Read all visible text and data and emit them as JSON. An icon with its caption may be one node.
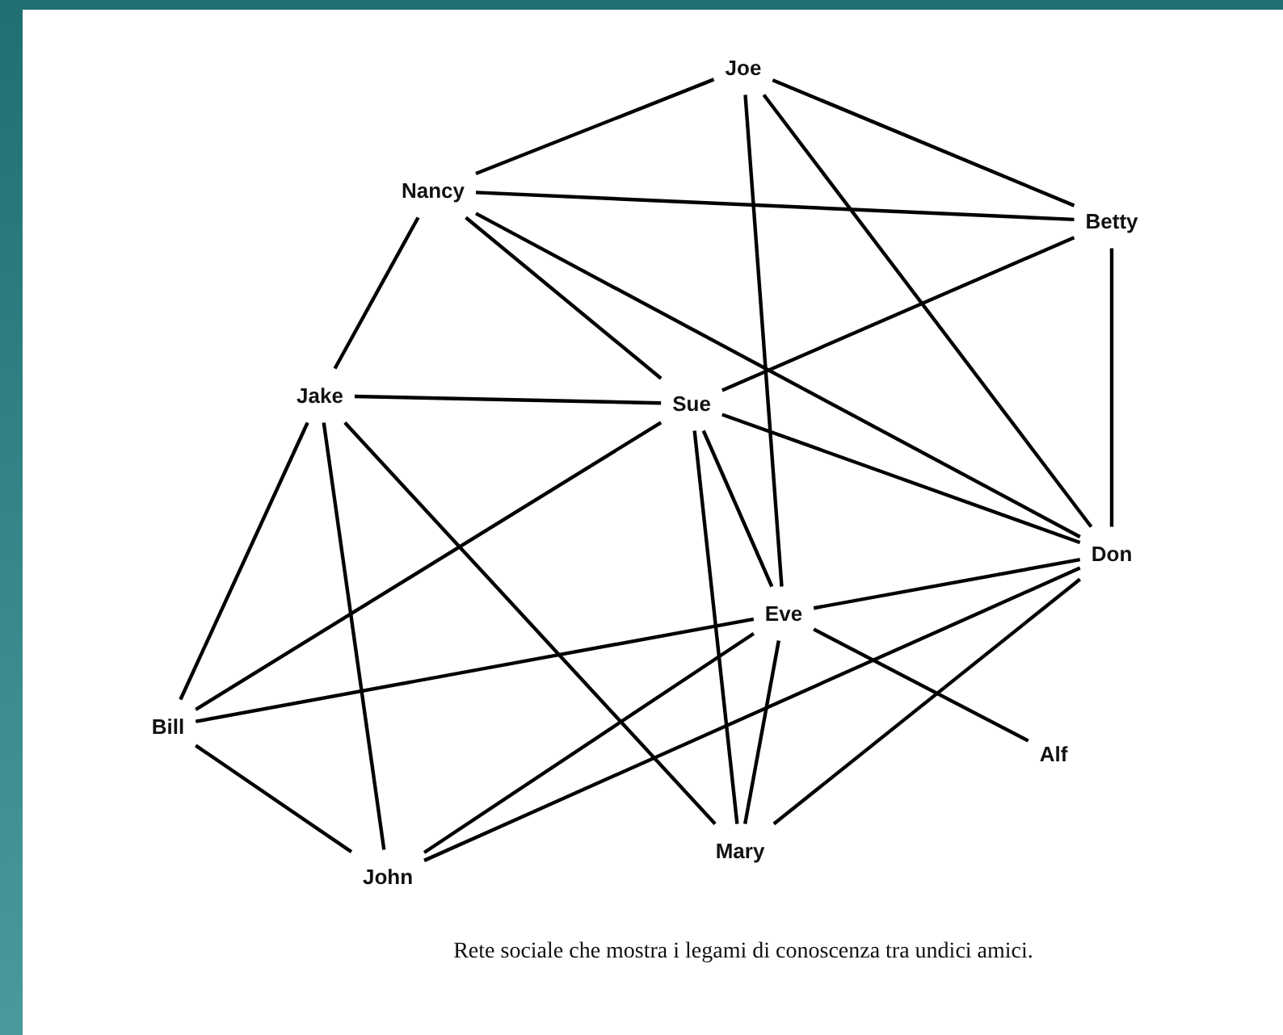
{
  "diagram": {
    "caption": "Rete sociale che mostra i legami di conoscenza tra undici amici.",
    "nodes": [
      {
        "text": [
          "Joe"
        ]
      },
      {
        "text": [
          "Nancy"
        ]
      },
      {
        "text": [
          "Betty"
        ]
      },
      {
        "text": [
          "Jake"
        ]
      },
      {
        "text": [
          "Sue"
        ]
      },
      {
        "text": [
          "Don"
        ]
      },
      {
        "text": [
          "Eve"
        ]
      },
      {
        "text": [
          "Bill"
        ]
      },
      {
        "text": [
          "Alf"
        ]
      },
      {
        "text": [
          "Mary"
        ]
      },
      {
        "text": [
          "John"
        ]
      }
    ],
    "edges": [
      {
        "from": 0,
        "to": 1,
        "arrow": "none"
      },
      {
        "from": 0,
        "to": 2,
        "arrow": "none"
      },
      {
        "from": 0,
        "to": 6,
        "arrow": "none"
      },
      {
        "from": 0,
        "to": 5,
        "arrow": "none"
      },
      {
        "from": 1,
        "to": 2,
        "arrow": "none"
      },
      {
        "from": 1,
        "to": 3,
        "arrow": "none"
      },
      {
        "from": 1,
        "to": 4,
        "arrow": "none"
      },
      {
        "from": 1,
        "to": 5,
        "arrow": "none"
      },
      {
        "from": 2,
        "to": 4,
        "arrow": "none"
      },
      {
        "from": 2,
        "to": 5,
        "arrow": "none"
      },
      {
        "from": 3,
        "to": 4,
        "arrow": "none"
      },
      {
        "from": 3,
        "to": 7,
        "arrow": "none"
      },
      {
        "from": 3,
        "to": 10,
        "arrow": "none"
      },
      {
        "from": 3,
        "to": 9,
        "arrow": "none"
      },
      {
        "from": 4,
        "to": 7,
        "arrow": "none"
      },
      {
        "from": 4,
        "to": 6,
        "arrow": "none"
      },
      {
        "from": 4,
        "to": 5,
        "arrow": "none"
      },
      {
        "from": 4,
        "to": 9,
        "arrow": "none"
      },
      {
        "from": 6,
        "to": 5,
        "arrow": "none"
      },
      {
        "from": 6,
        "to": 7,
        "arrow": "none"
      },
      {
        "from": 6,
        "to": 10,
        "arrow": "none"
      },
      {
        "from": 6,
        "to": 9,
        "arrow": "none"
      },
      {
        "from": 6,
        "to": 8,
        "arrow": "none"
      },
      {
        "from": 5,
        "to": 10,
        "arrow": "none"
      },
      {
        "from": 5,
        "to": 9,
        "arrow": "none"
      },
      {
        "from": 7,
        "to": 10,
        "arrow": "none"
      }
    ]
  }
}
